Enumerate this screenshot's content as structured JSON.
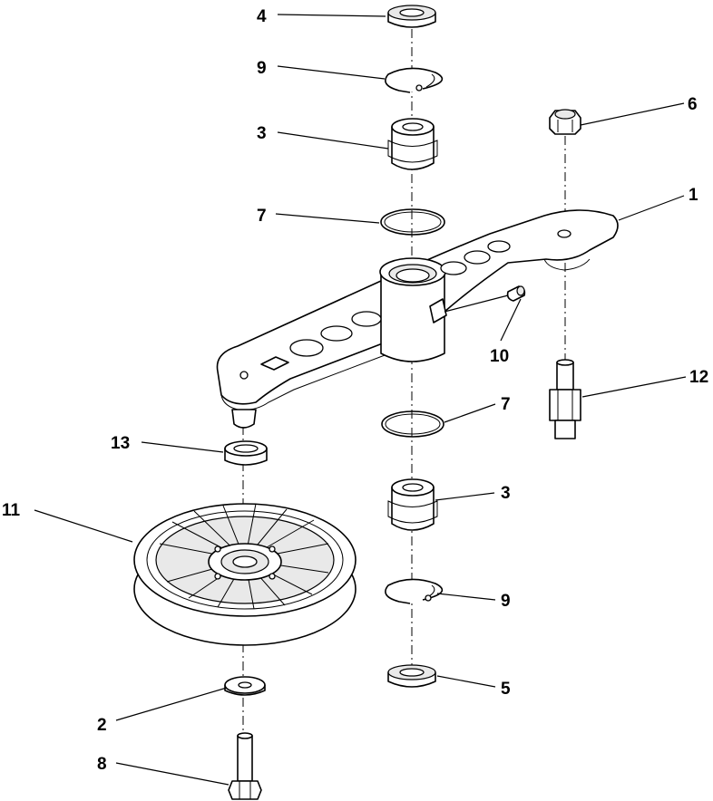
{
  "diagram": {
    "callouts": [
      {
        "id": "c4",
        "label": "4"
      },
      {
        "id": "c9a",
        "label": "9"
      },
      {
        "id": "c3a",
        "label": "3"
      },
      {
        "id": "c7a",
        "label": "7"
      },
      {
        "id": "c6",
        "label": "6"
      },
      {
        "id": "c1",
        "label": "1"
      },
      {
        "id": "c10",
        "label": "10"
      },
      {
        "id": "c12",
        "label": "12"
      },
      {
        "id": "c7b",
        "label": "7"
      },
      {
        "id": "c13",
        "label": "13"
      },
      {
        "id": "c3b",
        "label": "3"
      },
      {
        "id": "c11",
        "label": "11"
      },
      {
        "id": "c9b",
        "label": "9"
      },
      {
        "id": "c2",
        "label": "2"
      },
      {
        "id": "c5",
        "label": "5"
      },
      {
        "id": "c8",
        "label": "8"
      }
    ]
  }
}
